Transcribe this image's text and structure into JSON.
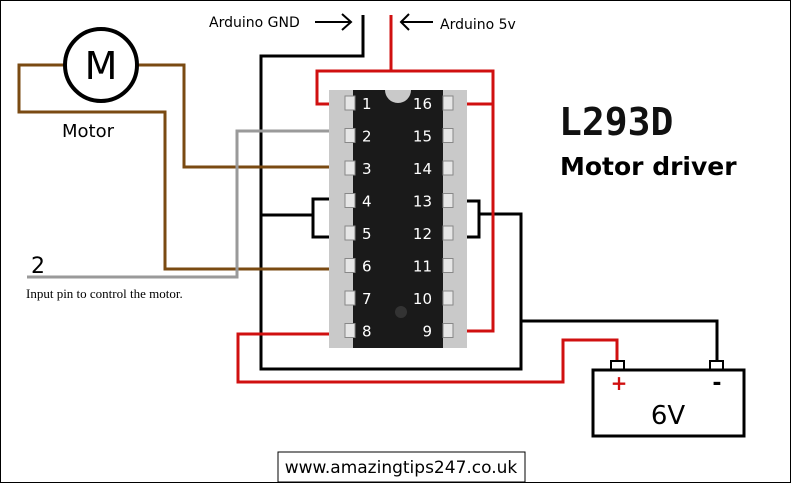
{
  "labels": {
    "arduino_gnd": "Arduino GND",
    "arduino_5v": "Arduino 5v",
    "motor_symbol": "M",
    "motor_label": "Motor",
    "title": "L293D",
    "subtitle": "Motor driver",
    "input_number": "2",
    "input_desc": "Input pin to control the motor.",
    "battery_plus": "+",
    "battery_minus": "-",
    "battery_voltage": "6V",
    "website": "www.amazingtips247.co.uk"
  },
  "chip": {
    "left_pins": [
      "1",
      "2",
      "3",
      "4",
      "5",
      "6",
      "7",
      "8"
    ],
    "right_pins": [
      "16",
      "15",
      "14",
      "13",
      "12",
      "11",
      "10",
      "9"
    ]
  },
  "colors": {
    "red": "#d01010",
    "brown": "#7a4a12",
    "gray": "#9a9a9a",
    "black": "#000000",
    "yellow": "#e8c800",
    "green": "#2aa020",
    "blue": "#2040d0",
    "orange": "#c87830"
  }
}
